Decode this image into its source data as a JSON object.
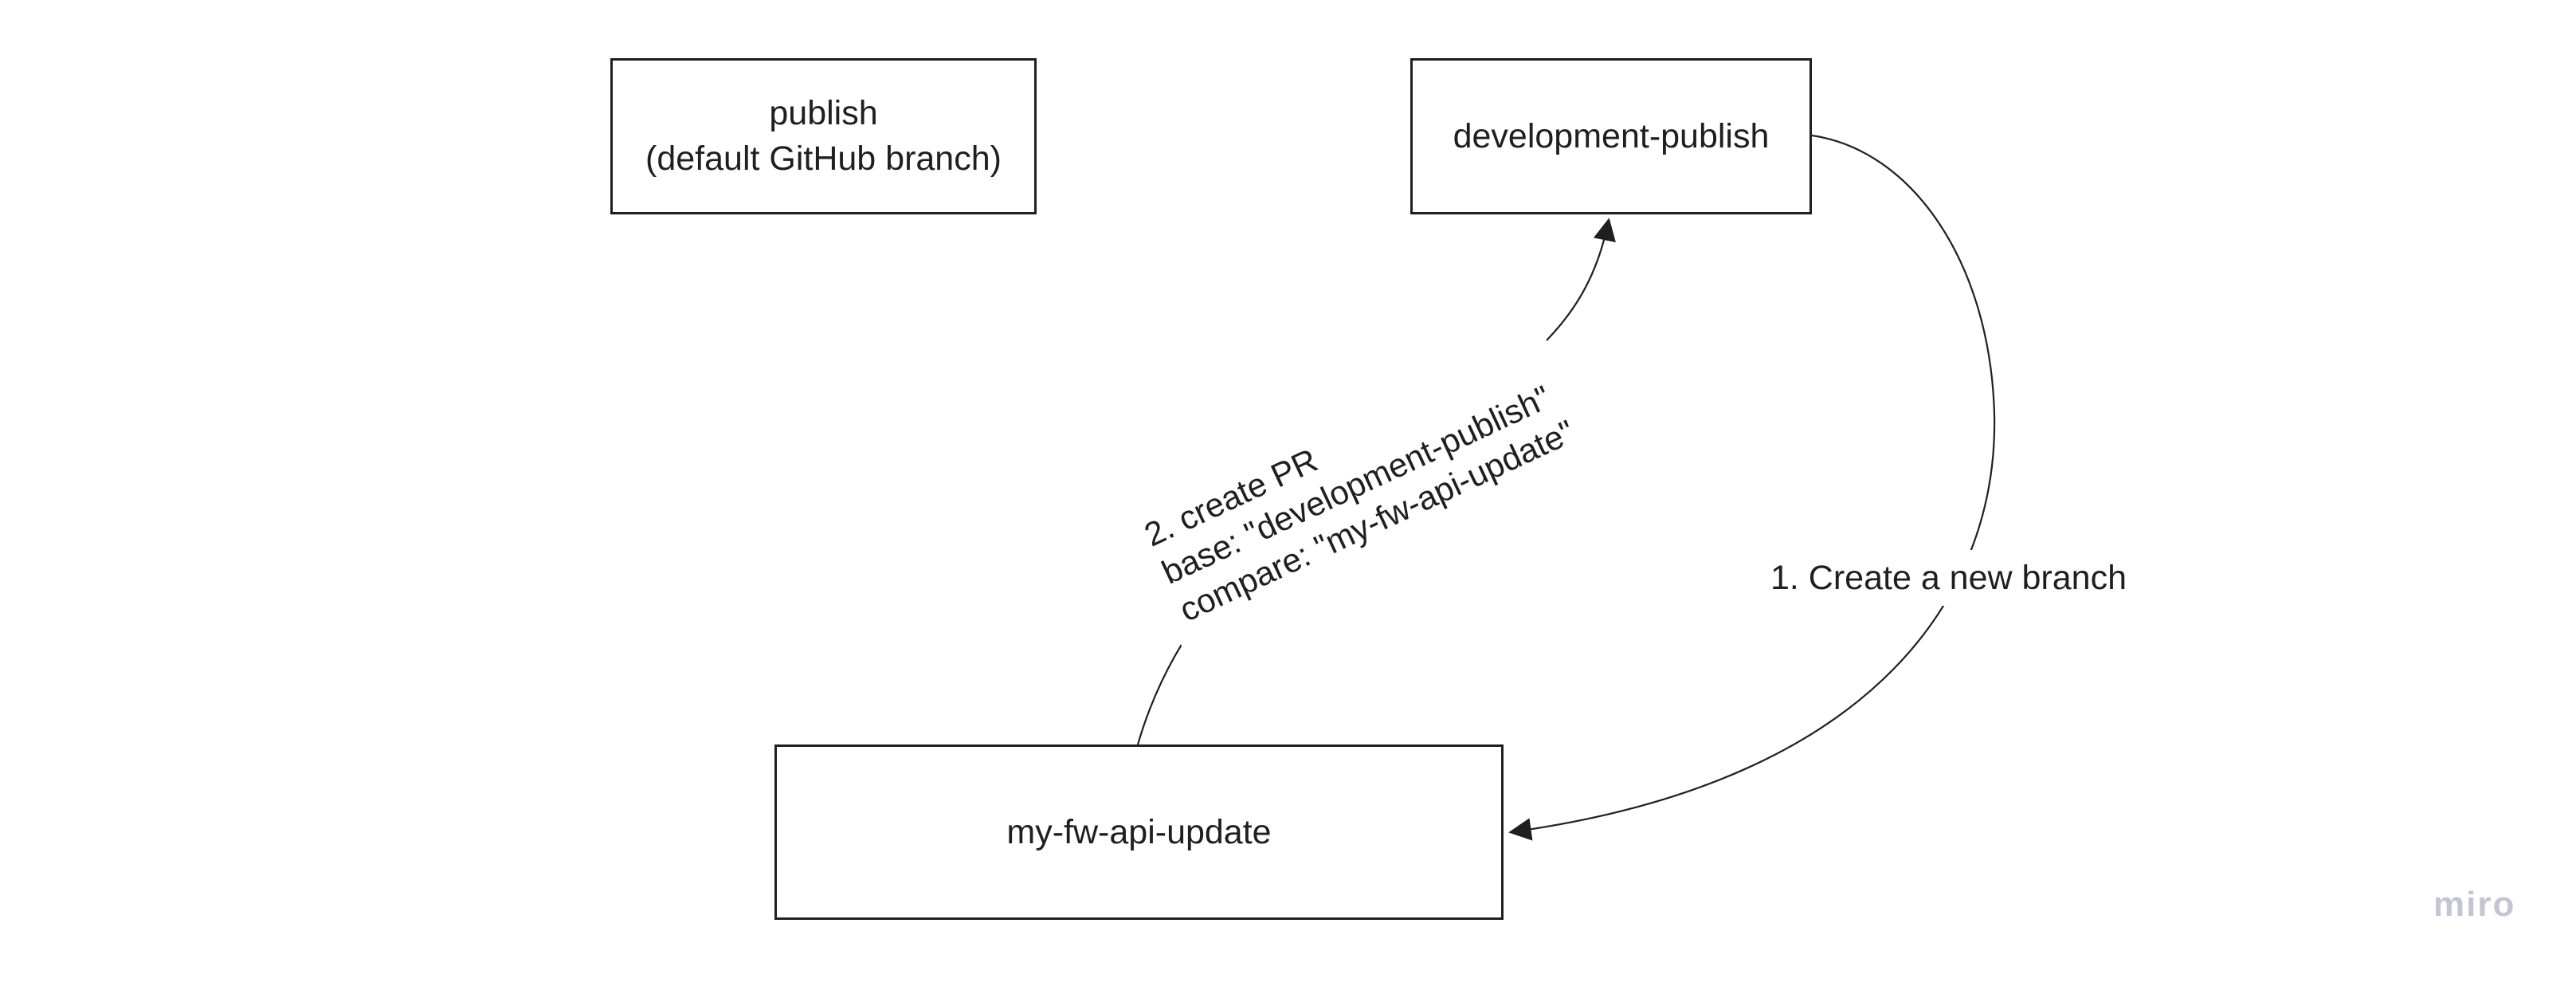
{
  "diagram": {
    "nodes": [
      {
        "id": "publish",
        "lines": [
          "publish",
          "(default GitHub branch)"
        ]
      },
      {
        "id": "development-publish",
        "label": "development-publish"
      },
      {
        "id": "my-fw-api-update",
        "label": "my-fw-api-update"
      }
    ],
    "edges": [
      {
        "id": "create-branch",
        "label": "1. Create a new branch",
        "from": "development-publish",
        "to": "my-fw-api-update"
      },
      {
        "id": "create-pr",
        "lines": [
          "2. create PR",
          "base: \"development-publish\"",
          "compare: \"my-fw-api-update\""
        ],
        "from": "my-fw-api-update",
        "to": "development-publish"
      }
    ]
  },
  "watermark": {
    "label": "miro"
  },
  "colors": {
    "line": "#1f1f1f",
    "text": "#1f1f1f",
    "background": "#ffffff",
    "watermark": "#c5c4d3"
  }
}
